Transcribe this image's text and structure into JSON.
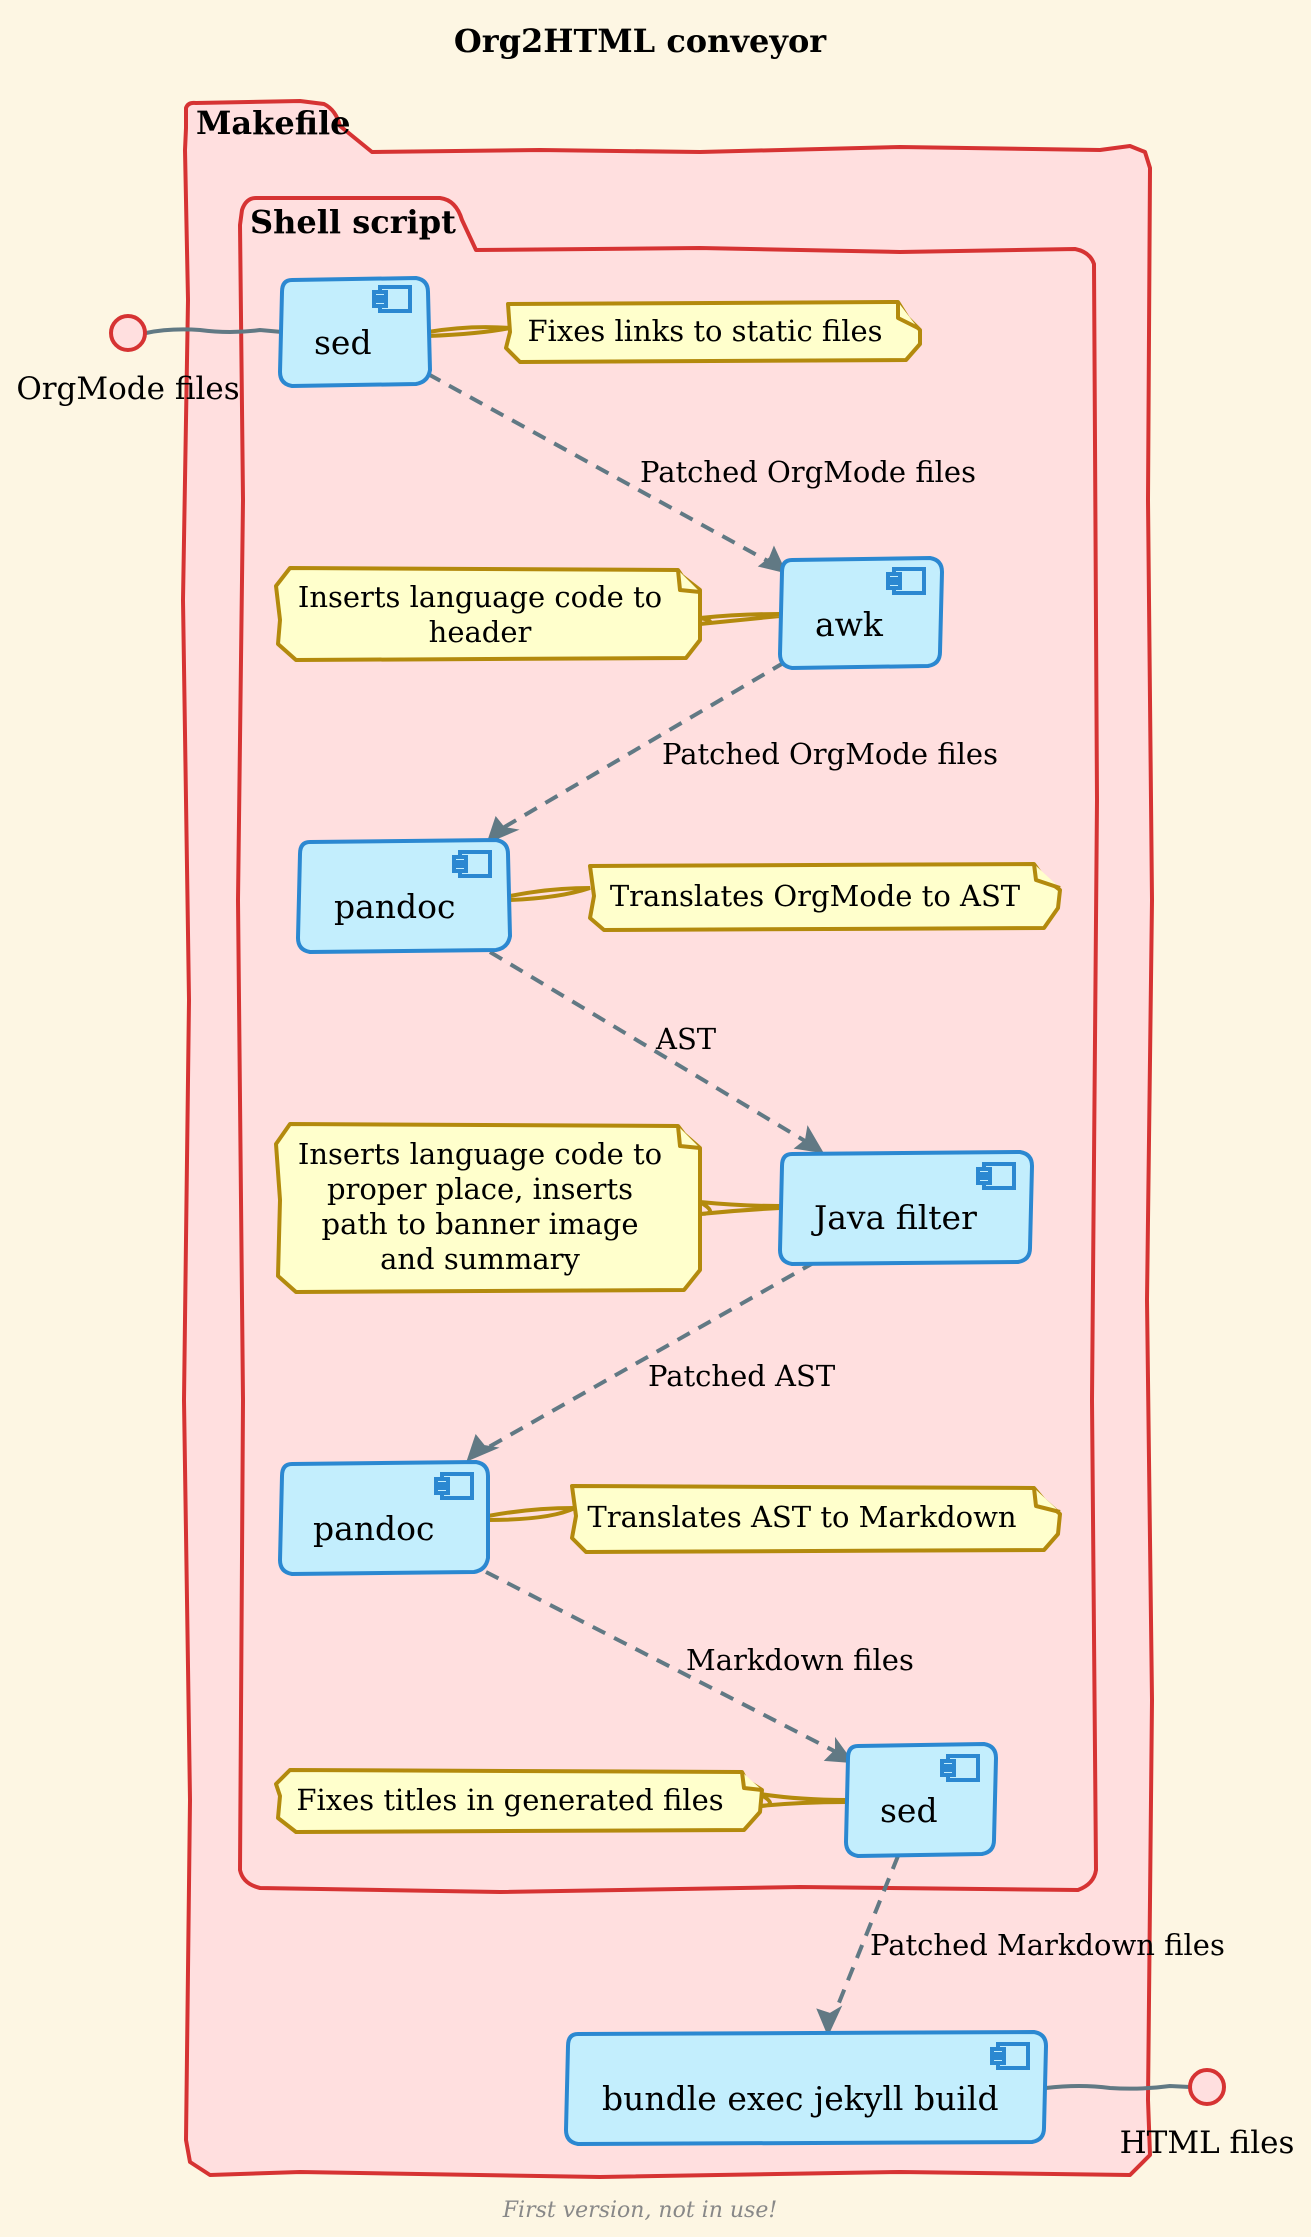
{
  "title": "Org2HTML conveyor",
  "footer": "First version, not in use!",
  "packages": {
    "makefile": "Makefile",
    "shell_script": "Shell script"
  },
  "components": {
    "sed1": "sed",
    "awk": "awk",
    "pandoc1": "pandoc",
    "java_filter": "Java filter",
    "pandoc2": "pandoc",
    "sed2": "sed",
    "jekyll": "bundle exec jekyll build"
  },
  "notes": {
    "sed1": [
      "Fixes links to static files"
    ],
    "awk": [
      "Inserts language code to",
      "header"
    ],
    "pandoc1": [
      "Translates OrgMode to AST"
    ],
    "java_filter": [
      "Inserts language code to",
      "proper place, inserts",
      "path to banner image",
      "and summary"
    ],
    "pandoc2": [
      "Translates AST to Markdown"
    ],
    "sed2": [
      "Fixes titles in generated files"
    ]
  },
  "edges": {
    "sed1_awk": "Patched OrgMode files",
    "awk_pandoc1": "Patched OrgMode files",
    "pandoc1_java": "AST",
    "java_pandoc2": "Patched AST",
    "pandoc2_sed2": "Markdown files",
    "sed2_jekyll": "Patched Markdown files"
  },
  "interfaces": {
    "input": "OrgMode files",
    "output": "HTML files"
  },
  "colors": {
    "background": "#fdf6e3",
    "package_fill": "#ffdfdf",
    "package_border": "#d63333",
    "component_fill": "#c3eefd",
    "component_border": "#2b88d1",
    "note_fill": "#ffffcc",
    "note_border": "#b38a0d",
    "arrow": "#617984"
  },
  "icons": {
    "component": "component-icon",
    "interface": "interface-circle-icon"
  }
}
